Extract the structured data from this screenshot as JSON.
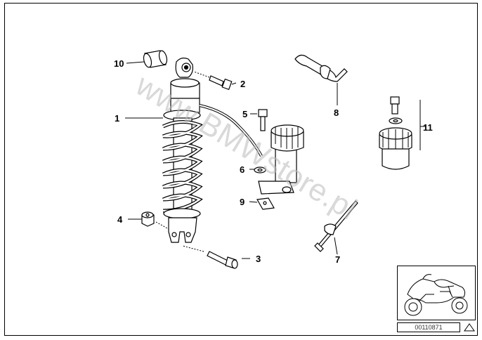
{
  "callouts": {
    "c1": "1",
    "c2": "2",
    "c3": "3",
    "c4": "4",
    "c5": "5",
    "c6": "6",
    "c7": "7",
    "c8": "8",
    "c9": "9",
    "c10": "10",
    "c11": "11"
  },
  "watermark": "www.BMWstore.pl",
  "diagram_code": "00110871",
  "icons": {
    "thumbnail": "motorcycle-icon",
    "warning": "warning-triangle-icon"
  }
}
